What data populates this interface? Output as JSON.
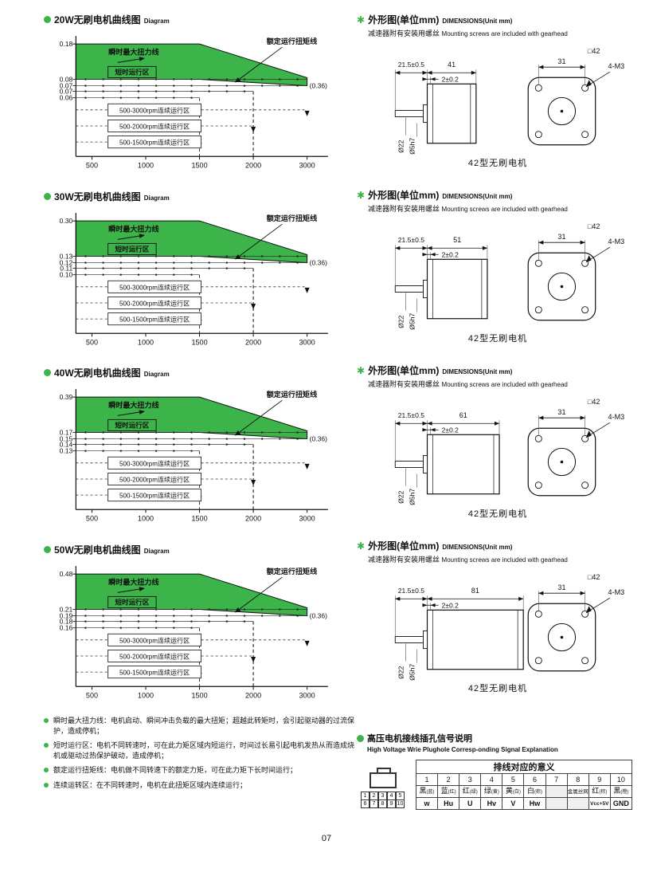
{
  "page_number": "07",
  "colors": {
    "accent_green": "#3cb44a",
    "green_area": "#3cb44a"
  },
  "icons": {
    "dim_bullet": "✱"
  },
  "chart_data": [
    {
      "type": "area",
      "title": "20W无刷电机曲线图",
      "subtitle": "Diagram",
      "x_ticks": [
        "500",
        "1000",
        "1500",
        "2000",
        "3000"
      ],
      "y_ticks": [
        "0.18",
        "0.08",
        "0.07",
        "0.07",
        "0.06"
      ],
      "peak_line_label": "瞬时最大扭力线",
      "short_zone_label": "短时运行区",
      "rated_line_label": "额定运行扭矩线",
      "right_label": "(0.36)",
      "zones": [
        "500-3000rpm连续运行区",
        "500-2000rpm连续运行区",
        "500-1500rpm连续运行区"
      ],
      "peak_torque": 0.18,
      "rated_torque_range": [
        0.08,
        0.06
      ],
      "speed_range_rpm": [
        500,
        3000
      ]
    },
    {
      "type": "area",
      "title": "30W无刷电机曲线图",
      "subtitle": "Diagram",
      "x_ticks": [
        "500",
        "1000",
        "1500",
        "2000",
        "3000"
      ],
      "y_ticks": [
        "0.30",
        "0.13",
        "0.12",
        "0.11",
        "0.10"
      ],
      "peak_line_label": "瞬时最大扭力线",
      "short_zone_label": "短时运行区",
      "rated_line_label": "额定运行扭矩线",
      "right_label": "(0.36)",
      "zones": [
        "500-3000rpm连续运行区",
        "500-2000rpm连续运行区",
        "500-1500rpm连续运行区"
      ],
      "peak_torque": 0.3,
      "rated_torque_range": [
        0.13,
        0.1
      ],
      "speed_range_rpm": [
        500,
        3000
      ]
    },
    {
      "type": "area",
      "title": "40W无刷电机曲线图",
      "subtitle": "Diagram",
      "x_ticks": [
        "500",
        "1000",
        "1500",
        "2000",
        "3000"
      ],
      "y_ticks": [
        "0.39",
        "0.17",
        "0.15",
        "0.14",
        "0.13"
      ],
      "peak_line_label": "瞬时最大扭力线",
      "short_zone_label": "短时运行区",
      "rated_line_label": "额定运行扭矩线",
      "right_label": "(0.36)",
      "zones": [
        "500-3000rpm连续运行区",
        "500-2000rpm连续运行区",
        "500-1500rpm连续运行区"
      ],
      "peak_torque": 0.39,
      "rated_torque_range": [
        0.17,
        0.13
      ],
      "speed_range_rpm": [
        500,
        3000
      ]
    },
    {
      "type": "area",
      "title": "50W无刷电机曲线图",
      "subtitle": "Diagram",
      "x_ticks": [
        "500",
        "1000",
        "1500",
        "2000",
        "3000"
      ],
      "y_ticks": [
        "0.48",
        "0.21",
        "0.19",
        "0.18",
        "0.16"
      ],
      "peak_line_label": "瞬时最大扭力线",
      "short_zone_label": "短时运行区",
      "rated_line_label": "额定运行扭矩线",
      "right_label": "(0.36)",
      "zones": [
        "500-3000rpm连续运行区",
        "500-2000rpm连续运行区",
        "500-1500rpm连续运行区"
      ],
      "peak_torque": 0.48,
      "rated_torque_range": [
        0.21,
        0.16
      ],
      "speed_range_rpm": [
        500,
        3000
      ]
    }
  ],
  "dimensions": {
    "header_cn": "外形图(单位mm)",
    "header_en": "DIMENSIONS(Unit mm)",
    "sub_cn": "减速器附有安装用螺丝",
    "sub_en": "Mounting screws are included with gearhead",
    "caption": "42型无刷电机",
    "shaft_dim": "21.5±0.5",
    "face_dim": "2±0.2",
    "square_dim": "□42",
    "bolt_dim": "31",
    "holes_dim": "4-M3",
    "boss_dia": "Ø22",
    "shaft_dia": "Ø5h7",
    "body_lengths": [
      "41",
      "51",
      "61",
      "81"
    ]
  },
  "notes": [
    "瞬时最大扭力线：电机启动、瞬间冲击负载的最大扭矩；超越此转矩时，会引起驱动器的过流保护，造成停机；",
    "短时运行区：电机不同转速时，可在此力矩区域内短运行，时间过长易引起电机发热从而造成烧机或驱动过热保护破动，造成停机；",
    "额定运行扭矩线：电机做不同转速下的额定力矩，可在此力矩下长时间运行；",
    "连续运转区：在不同转速时，电机在此扭矩区域内连续运行；"
  ],
  "wiring": {
    "title_cn": "高压电机接线插孔信号说明",
    "title_en": "High Voltage Wrie Plughole Corresp-onding Signal Explanation",
    "table_title": "排线对应的意义",
    "pins": [
      "1",
      "2",
      "3",
      "4",
      "5",
      "6",
      "7",
      "8",
      "9",
      "10"
    ],
    "colors": [
      {
        "main": "黑",
        "sub": "(蓝)"
      },
      {
        "main": "蓝",
        "sub": "(红)"
      },
      {
        "main": "红",
        "sub": "(绿)"
      },
      {
        "main": "绿",
        "sub": "(黄)"
      },
      {
        "main": "黄",
        "sub": "(白)"
      },
      {
        "main": "白",
        "sub": "(棕)"
      },
      {
        "main": "",
        "sub": ""
      },
      {
        "main": "金属丝网",
        "sub": ""
      },
      {
        "main": "红",
        "sub": "(棕)"
      },
      {
        "main": "黑",
        "sub": "(橙)"
      }
    ],
    "signals": [
      "w",
      "Hu",
      "U",
      "Hv",
      "V",
      "Hw",
      "",
      "",
      "Vcc+5V",
      "GND"
    ],
    "connector_numbers": [
      "1",
      "2",
      "3",
      "4",
      "5",
      "6",
      "7",
      "8",
      "9",
      "10"
    ]
  }
}
